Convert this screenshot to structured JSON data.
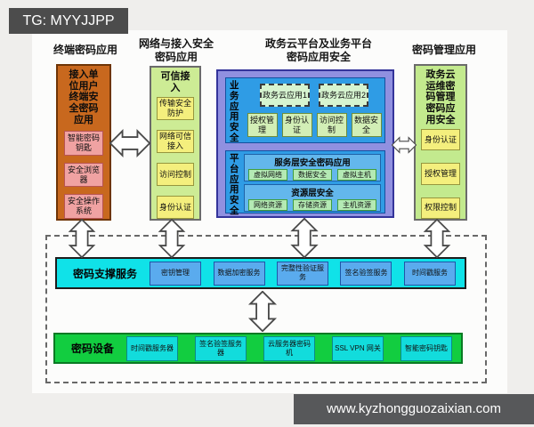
{
  "watermark_top": "TG: MYYJJPP",
  "watermark_bottom": "www.kyzhongguozaixian.com",
  "colors": {
    "terminal_panel": "#c8681e",
    "terminal_box": "#f0a2a2",
    "network_panel": "#cdec95",
    "yellow_box": "#f4ef7d",
    "cloud_outer": "#9090e0",
    "cloud_inner": "#2f9ce5",
    "cloud_subpanel": "#63b7ec",
    "mint_box": "#b4eab4",
    "app_dashed_box": "#d6f4d0",
    "business_box": "#d2eeb6",
    "support_row": "#10e2e8",
    "support_box": "#5aabee",
    "device_row": "#12cd40",
    "device_box": "#12dcdc"
  },
  "columns": {
    "terminal": {
      "title": "终端密码应用",
      "panel_label": "接入单位用户终端安全密码应用",
      "boxes": [
        "智能密码钥匙",
        "安全浏览器",
        "安全操作系统"
      ]
    },
    "network": {
      "title": "网络与接入安全密码应用",
      "panel_label": "可信接入",
      "boxes": [
        "传输安全防护",
        "网络可信接入",
        "访问控制",
        "身份认证"
      ]
    },
    "cloud": {
      "title": "政务云平台及业务平台密码应用安全",
      "business": {
        "label": "业务应用安全",
        "apps": [
          "政务云应用1",
          "政务云应用2"
        ],
        "boxes": [
          "授权管理",
          "身份认证",
          "访问控制",
          "数据安全"
        ]
      },
      "platform": {
        "label": "平台应用安全",
        "service_layer": {
          "title": "服务层安全密码应用",
          "boxes": [
            "虚拟网络",
            "数据安全",
            "虚拟主机"
          ]
        },
        "resource_layer": {
          "title": "资源层安全",
          "boxes": [
            "网络资源",
            "存储资源",
            "主机资源"
          ]
        }
      }
    },
    "management": {
      "title": "密码管理应用",
      "panel_label": "政务云运维密码管理密码应用安全",
      "boxes": [
        "身份认证",
        "授权管理",
        "权限控制"
      ]
    }
  },
  "support_row": {
    "label": "密码支撑服务",
    "boxes": [
      "密钥管理",
      "数据加密服务",
      "完整性验证服务",
      "签名验签服务",
      "时间戳服务"
    ]
  },
  "device_row": {
    "label": "密码设备",
    "boxes": [
      "时间戳服务器",
      "签名验签服务器",
      "云服务器密码机",
      "SSL VPN 网关",
      "智能密码钥匙"
    ]
  }
}
